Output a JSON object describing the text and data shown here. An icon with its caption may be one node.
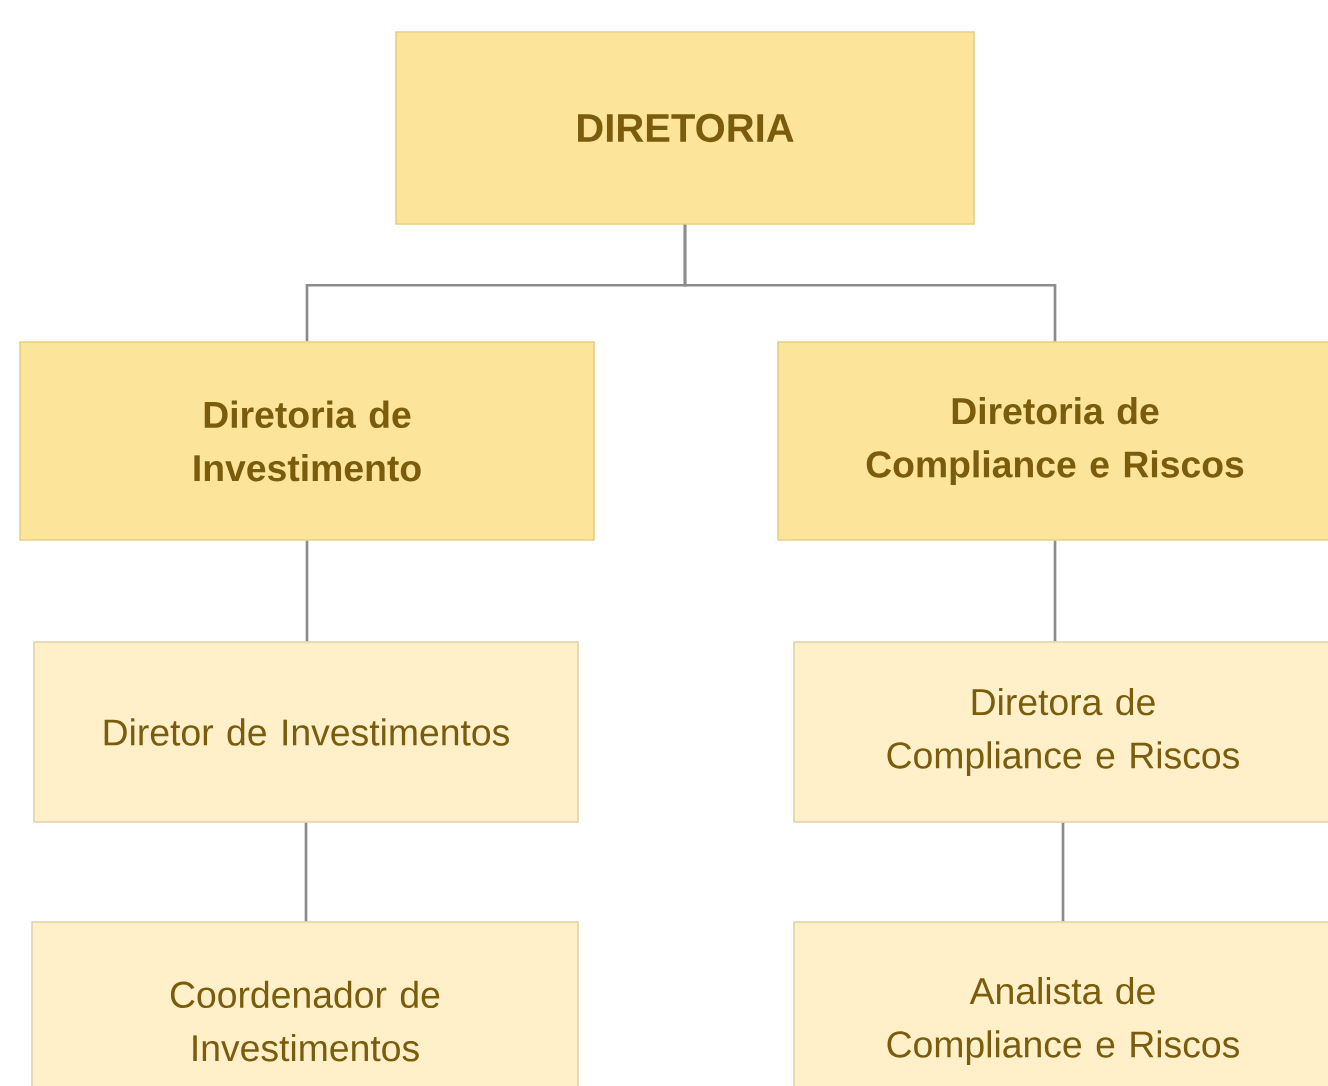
{
  "diagram": {
    "nodes": [
      {
        "text": [
          "DIRETORIA"
        ]
      },
      {
        "text": [
          "Diretoria de Investimento"
        ]
      },
      {
        "text": [
          "Diretoria de Compliance e Riscos"
        ]
      },
      {
        "text": [
          "Diretor de Investimentos"
        ]
      },
      {
        "text": [
          "Diretora de Compliance e Riscos"
        ]
      },
      {
        "text": [
          "Coordenador de Investimentos"
        ]
      },
      {
        "text": [
          "Analista de Compliance e Riscos"
        ]
      }
    ],
    "edges": [
      {
        "from": 0,
        "to": 1,
        "arrow": "none"
      },
      {
        "from": 0,
        "to": 2,
        "arrow": "none"
      },
      {
        "from": 1,
        "to": 3,
        "arrow": "none"
      },
      {
        "from": 3,
        "to": 5,
        "arrow": "none"
      },
      {
        "from": 2,
        "to": 4,
        "arrow": "none"
      },
      {
        "from": 4,
        "to": 6,
        "arrow": "none"
      }
    ]
  }
}
